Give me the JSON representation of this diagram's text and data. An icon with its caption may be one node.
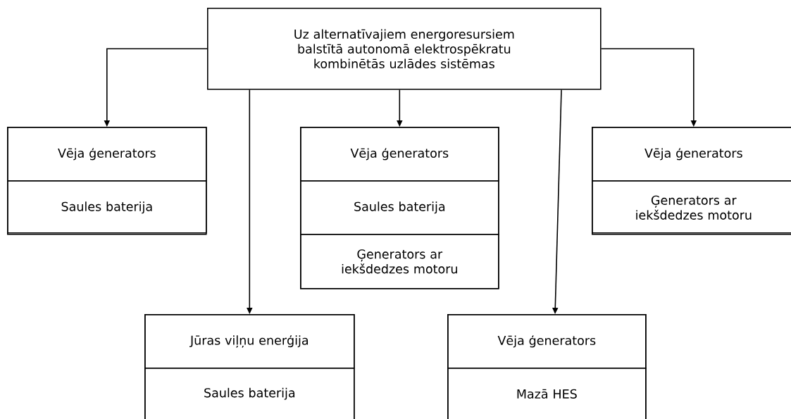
{
  "diagram": {
    "nodes": [
      {
        "text": [
          "Uz alternatīvajiem energoresursiem balstītā autonomā elektrospēkratu kombinētās uzlādes sistēmas"
        ]
      },
      {
        "text": [],
        "shape": "box"
      },
      {
        "text": [
          "Vēja ģenerators"
        ],
        "in": 1
      },
      {
        "text": [
          "Saules baterija"
        ],
        "in": 1
      },
      {
        "text": [],
        "shape": "box"
      },
      {
        "text": [
          "Vēja ģenerators"
        ],
        "in": 4
      },
      {
        "text": [
          "Saules baterija"
        ],
        "in": 4
      },
      {
        "text": [
          "Ģenerators ar iekšdedzes motoru"
        ],
        "in": 4
      },
      {
        "text": [],
        "shape": "box"
      },
      {
        "text": [
          "Vēja ģenerators"
        ],
        "in": 8
      },
      {
        "text": [
          "Ģenerators ar iekšdedzes motoru"
        ],
        "in": 8
      },
      {
        "text": [],
        "shape": "box"
      },
      {
        "text": [
          "Jūras viļņu enerģija"
        ],
        "in": 11
      },
      {
        "text": [
          "Saules baterija"
        ],
        "in": 11
      },
      {
        "text": [],
        "shape": "box"
      },
      {
        "text": [
          "Vēja ģenerators"
        ],
        "in": 14
      },
      {
        "text": [
          "Mazā HES"
        ],
        "in": 14
      }
    ],
    "edges": [
      {
        "from": 0,
        "to": 1,
        "arrow": "to"
      },
      {
        "from": 0,
        "to": 4,
        "arrow": "to"
      },
      {
        "from": 0,
        "to": 8,
        "arrow": "to"
      },
      {
        "from": 0,
        "to": 11,
        "arrow": "to"
      },
      {
        "from": 0,
        "to": 14,
        "arrow": "to"
      }
    ]
  }
}
